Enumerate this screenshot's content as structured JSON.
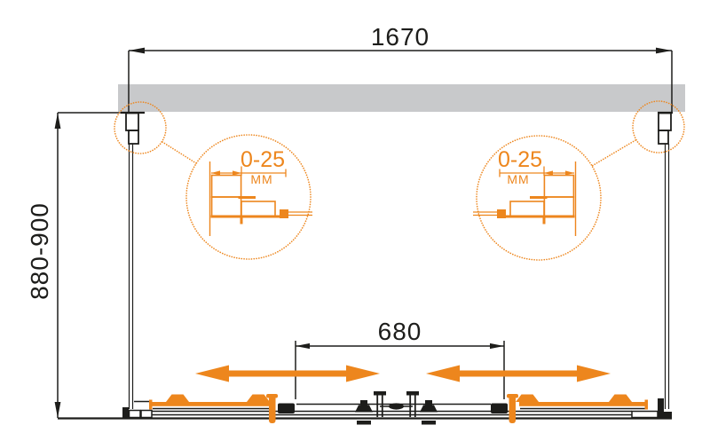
{
  "drawing": {
    "width_dim": "1670",
    "height_dim": "880-900",
    "door_travel_dim": "680",
    "detail_left": {
      "range": "0-25",
      "unit": "ММ"
    },
    "detail_right": {
      "range": "0-25",
      "unit": "ММ"
    }
  },
  "colors": {
    "accent_orange": "#ed861d",
    "wall_gray": "#c8c9cb",
    "ink_black": "#1d1d1b"
  }
}
